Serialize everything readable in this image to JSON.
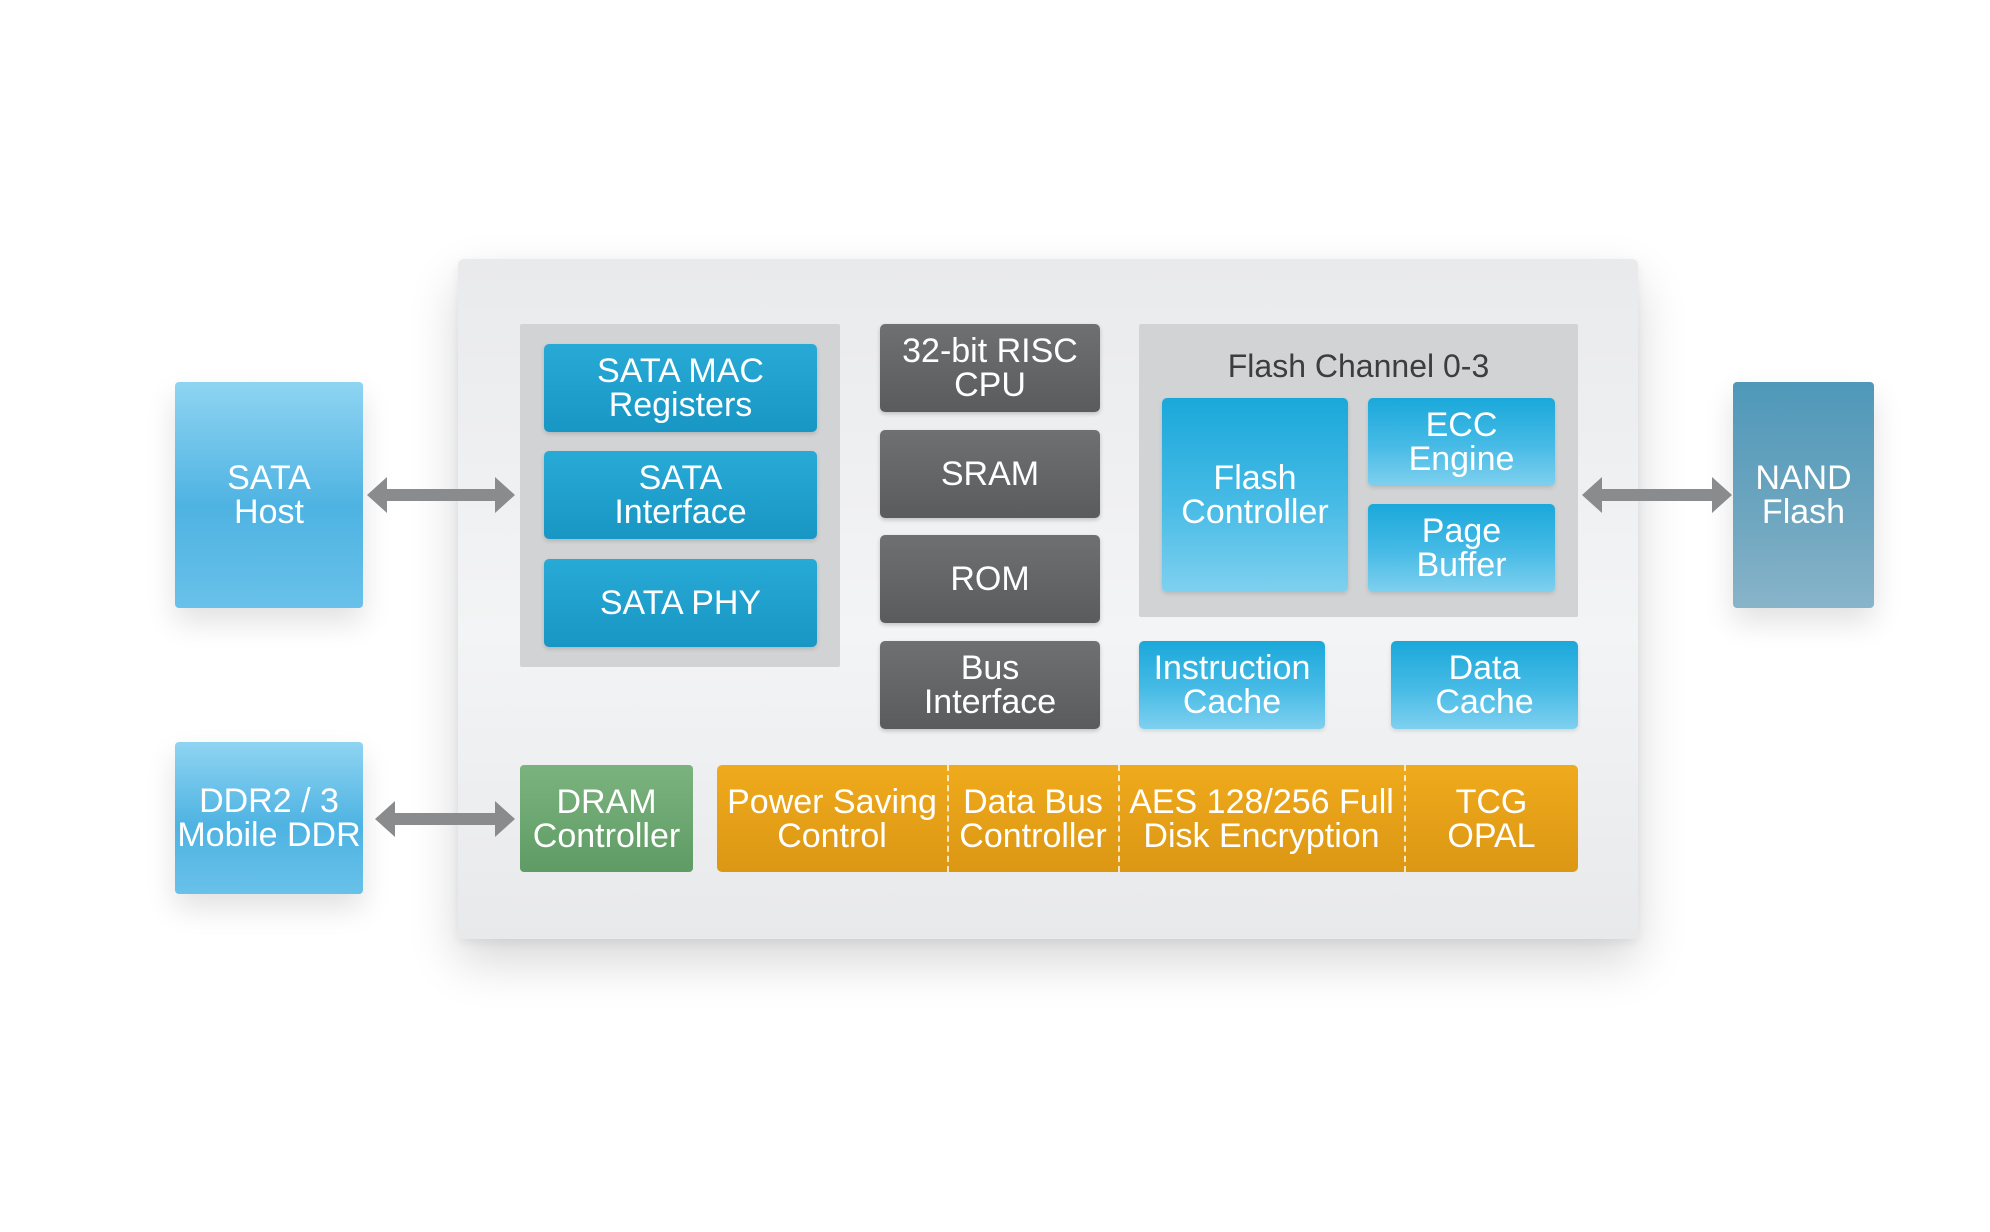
{
  "external": {
    "sata_host": "SATA\nHost",
    "dram_memory": "DDR2 / 3\nMobile DDR",
    "nand_flash": "NAND\nFlash"
  },
  "sata_group": {
    "mac_registers": "SATA MAC\nRegisters",
    "interface": "SATA\nInterface",
    "phy": "SATA PHY"
  },
  "cpu_column": {
    "cpu": "32-bit RISC\nCPU",
    "sram": "SRAM",
    "rom": "ROM",
    "bus_interface": "Bus\nInterface"
  },
  "flash_channel": {
    "title": "Flash Channel 0-3",
    "controller": "Flash\nController",
    "ecc_engine": "ECC\nEngine",
    "page_buffer": "Page\nBuffer"
  },
  "caches": {
    "instruction": "Instruction\nCache",
    "data": "Data\nCache"
  },
  "dram_controller": "DRAM\nController",
  "bottom_bar": [
    "Power Saving\nControl",
    "Data Bus\nController",
    "AES 128/256 Full\nDisk Encryption",
    "TCG\nOPAL"
  ],
  "colors": {
    "teal": "#1a9cc9",
    "gray": "#636466",
    "orange": "#e6a017",
    "green": "#6ca670",
    "arrow": "#8a8b8d"
  }
}
